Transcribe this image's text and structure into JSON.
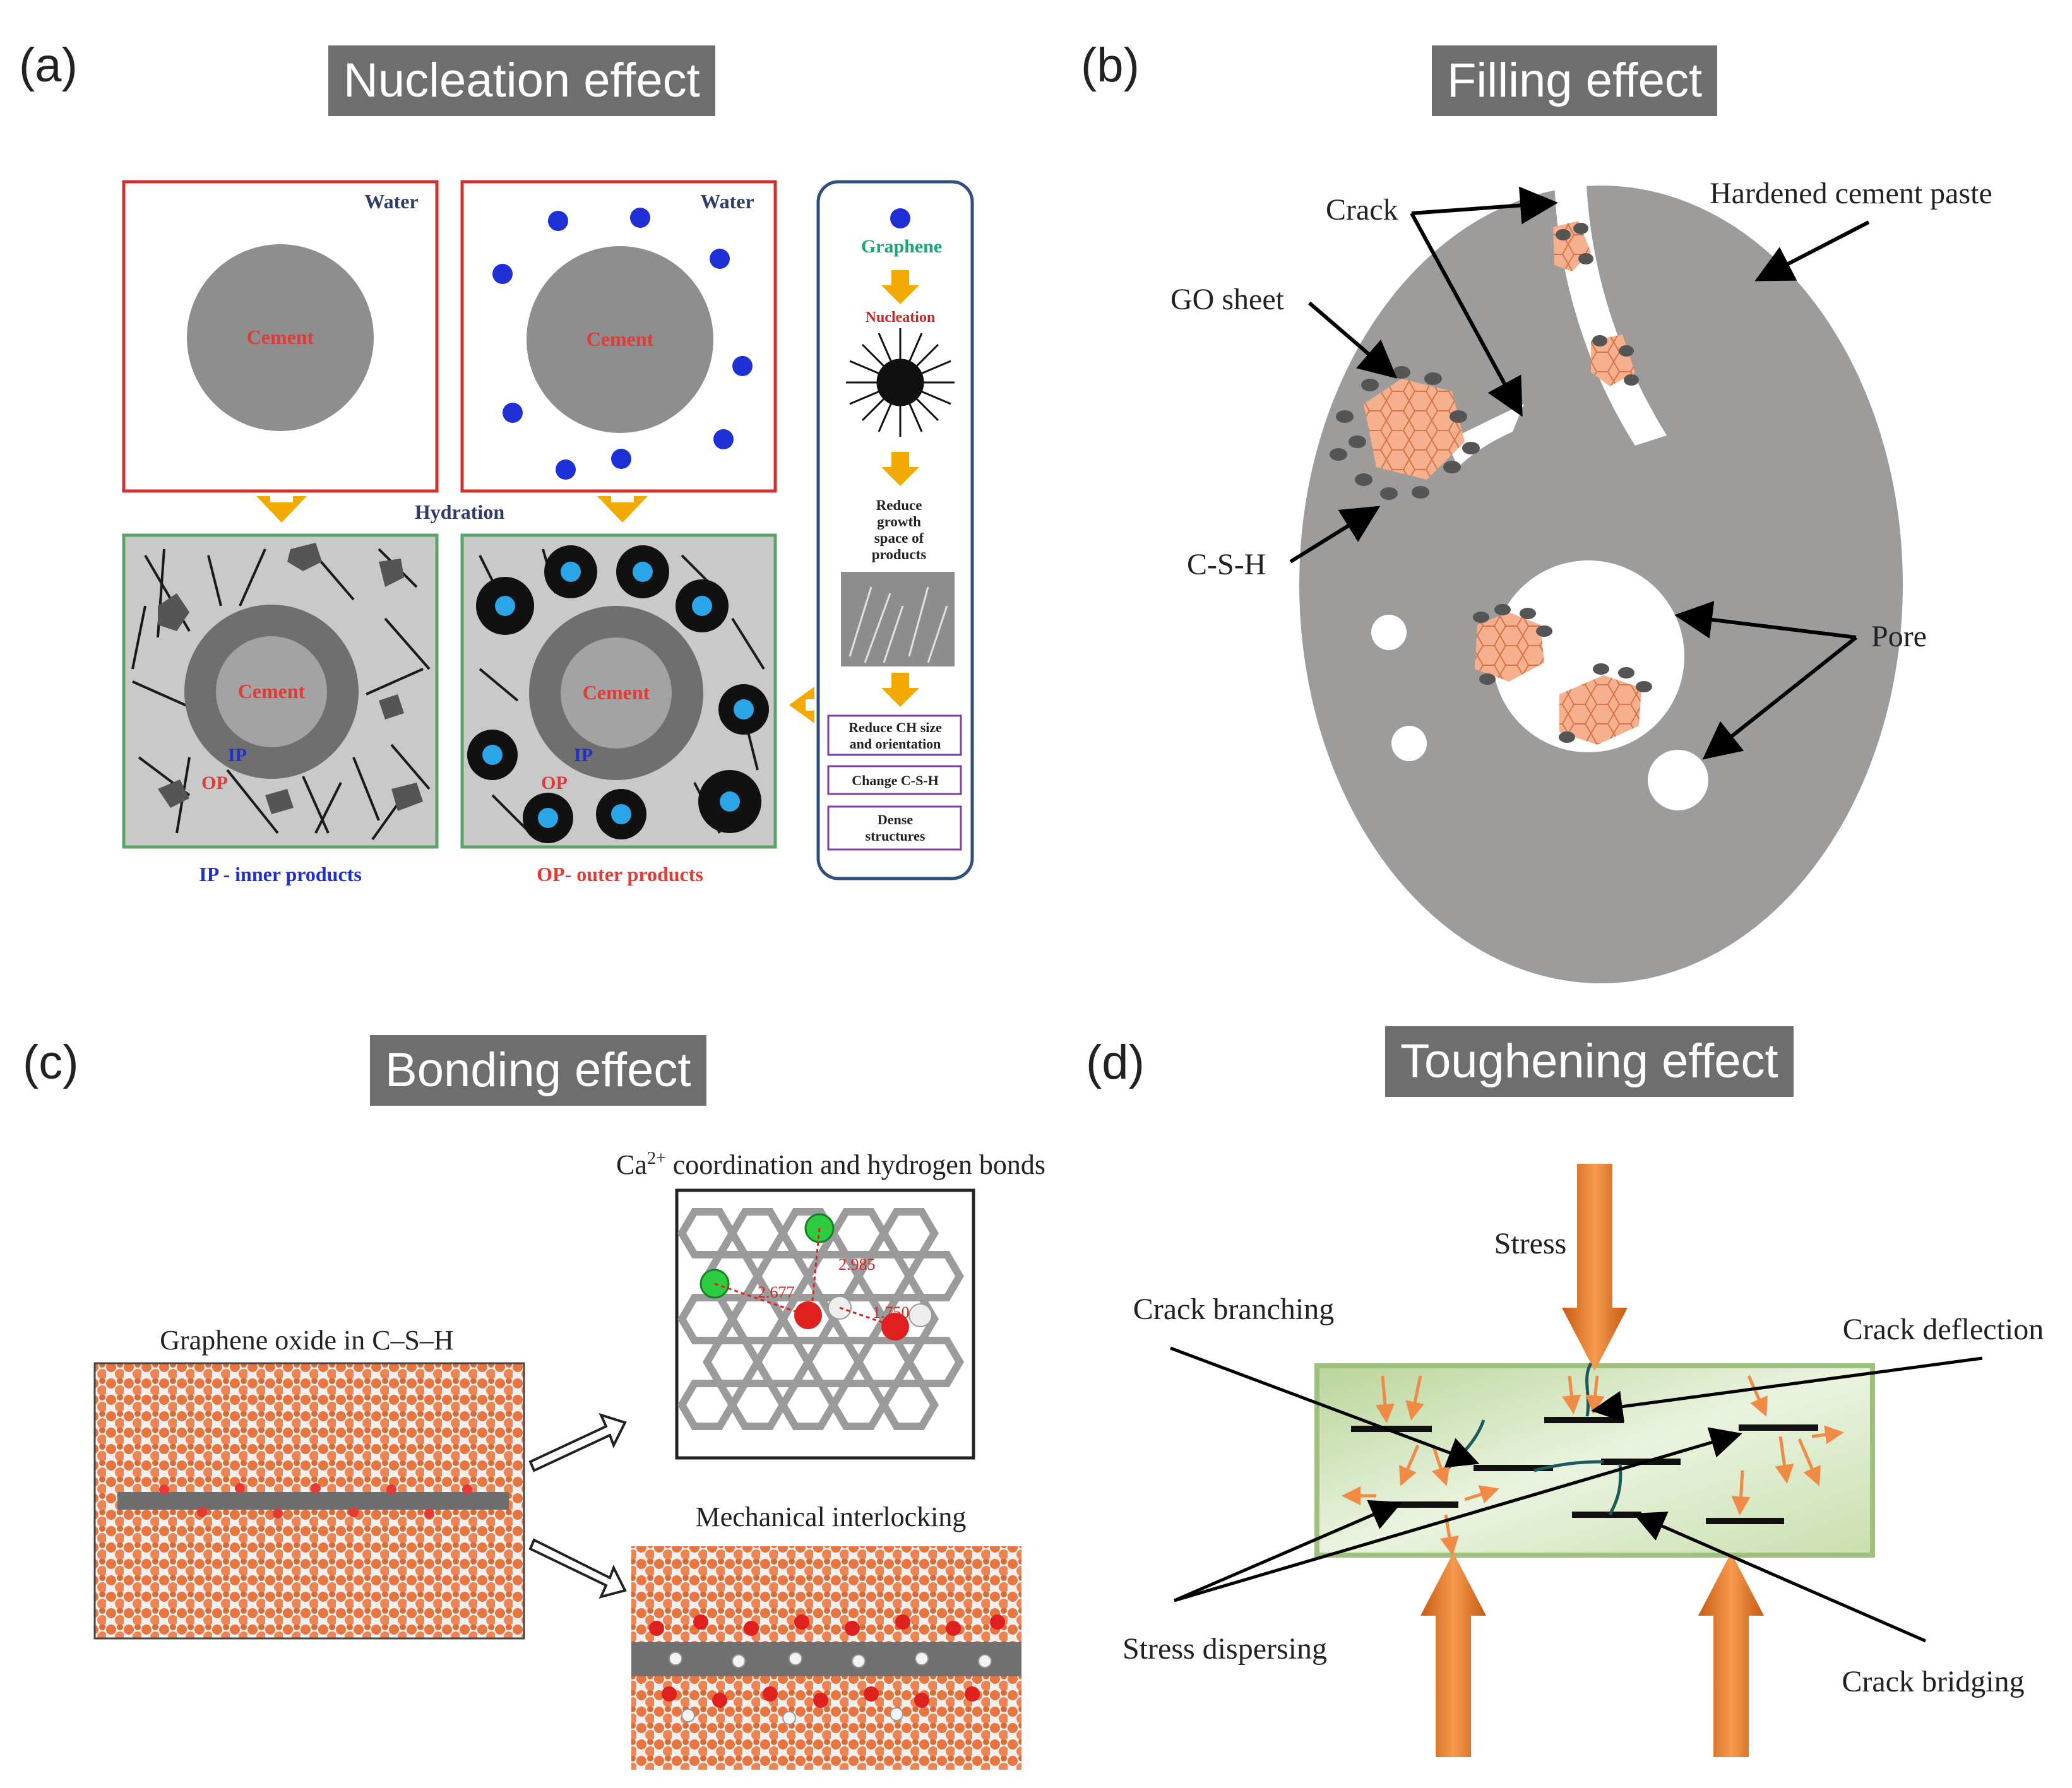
{
  "panels": {
    "a": {
      "letter": "(a)",
      "title": "Nucleation effect",
      "water_label": "Water",
      "cement_label": "Cement",
      "hydration_label": "Hydration",
      "ip_label": "IP",
      "op_label": "OP",
      "ip_caption": "IP - inner products",
      "op_caption": "OP- outer products",
      "graphene_label": "Graphene",
      "nucleation_label": "Nucleation",
      "reduce_growth_lines": [
        "Reduce",
        "growth",
        "space of",
        "products"
      ],
      "reduce_ch_lines": [
        "Reduce CH size",
        "and orientation"
      ],
      "change_csh": "Change C-S-H",
      "dense_lines": [
        "Dense",
        "structures"
      ]
    },
    "b": {
      "letter": "(b)",
      "title": "Filling effect",
      "crack_label": "Crack",
      "hcp_label": "Hardened cement paste",
      "go_label": "GO sheet",
      "csh_label": "C-S-H",
      "pore_label": "Pore"
    },
    "c": {
      "letter": "(c)",
      "title": "Bonding effect",
      "ca_label_pre": "Ca",
      "ca_label_sup": "2+",
      "ca_label_post": " coordination and hydrogen bonds",
      "go_csh_label": "Graphene oxide in C–S–H",
      "mech_label": "Mechanical interlocking",
      "bond_lengths": [
        "2.985",
        "2.677",
        "1.750"
      ]
    },
    "d": {
      "letter": "(d)",
      "title": "Toughening effect",
      "stress_label": "Stress",
      "crack_branching": "Crack branching",
      "crack_deflection": "Crack deflection",
      "stress_dispersing": "Stress dispersing",
      "crack_bridging": "Crack bridging"
    }
  },
  "colors": {
    "title_bg": "#6e6e6e",
    "cement_gray": "#8e8e8e",
    "paste_gray": "#9e9b9b",
    "red_box": "#d32f2f",
    "green_box": "#5aa36a",
    "blue_box": "#2f4f7f",
    "arrow_orange": "#f2a900",
    "go_orange": "#f4a37b",
    "atom_orange": "#ef7e4a",
    "stress_arrow": "#e87722",
    "green_block": "#cfe3b6"
  }
}
